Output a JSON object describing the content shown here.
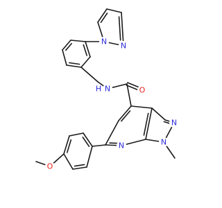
{
  "colors": {
    "bond": "#1a1a1a",
    "carbon": "#1a1a1a",
    "nitrogen": "#2b2bdc",
    "oxygen": "#e8231b",
    "background": "#ffffff"
  },
  "atoms": {
    "n_pyrazole_1": "N",
    "n_pyrazole_2": "N",
    "n_amide": "N",
    "h_amide": "H",
    "o_carbonyl": "O",
    "n_ring_upper": "N",
    "n_ring_methyl": "N",
    "n_pyridine": "N",
    "o_methoxy": "O"
  }
}
